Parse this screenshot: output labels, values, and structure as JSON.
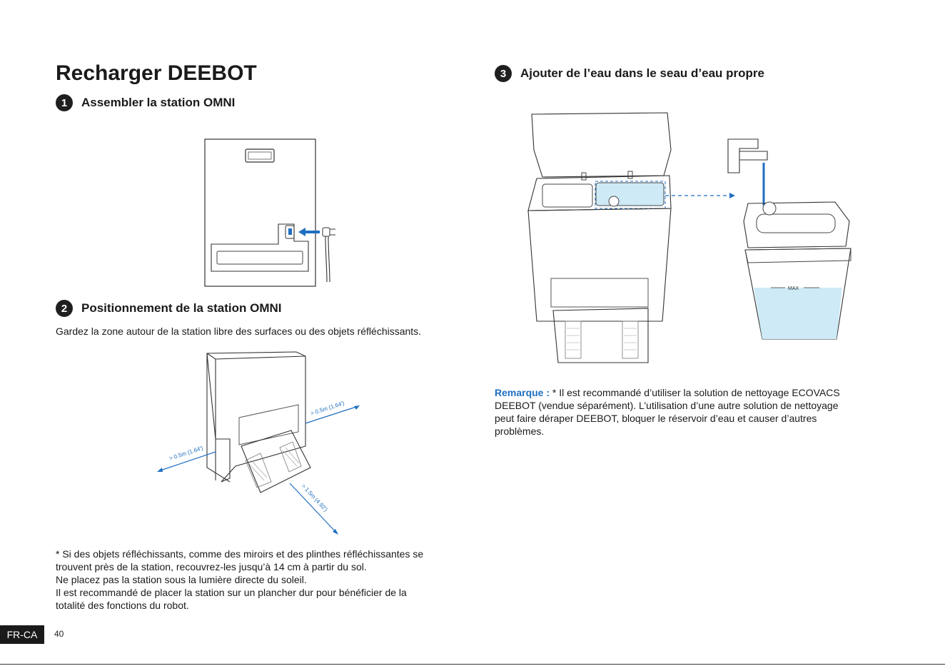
{
  "page": {
    "title": "Recharger DEEBOT",
    "lang_tag": "FR-CA",
    "page_number": "40"
  },
  "steps": [
    {
      "number": "1",
      "heading": "Assembler la station OMNI"
    },
    {
      "number": "2",
      "heading": "Positionnement de la station OMNI",
      "intro": "Gardez la zone autour de la station libre des surfaces ou des objets réfléchissants."
    },
    {
      "number": "3",
      "heading": "Ajouter de l’eau dans le seau d’eau propre"
    }
  ],
  "diagram2": {
    "dim_left": "> 0.5m (1.64')",
    "dim_right": "> 0.5m (1.64')",
    "dim_front": "> 1.5m (4.92')"
  },
  "diagram3": {
    "max_label": "MAX"
  },
  "notes": [
    "* Si des objets réfléchissants, comme des miroirs et des plinthes réfléchissantes se",
    "trouvent près de la station, recouvrez-les jusqu’à 14 cm à partir du sol.",
    "Ne placez pas la station sous la lumière directe du soleil.",
    "Il est recommandé de placer la station sur un plancher dur pour bénéficier de la",
    "totalité des fonctions du robot."
  ],
  "remark": {
    "label": "Remarque :",
    "lines": [
      "* Il est recommandé d’utiliser la solution de nettoyage ECOVACS",
      "DEEBOT (vendue séparément). L’utilisation d’une autre solution de nettoyage",
      "peut faire déraper DEEBOT, bloquer le réservoir d’eau et causer d’autres",
      "problèmes."
    ]
  },
  "colors": {
    "accent": "#1f6fc1",
    "water": "#cdeaf6",
    "line": "#333333"
  }
}
